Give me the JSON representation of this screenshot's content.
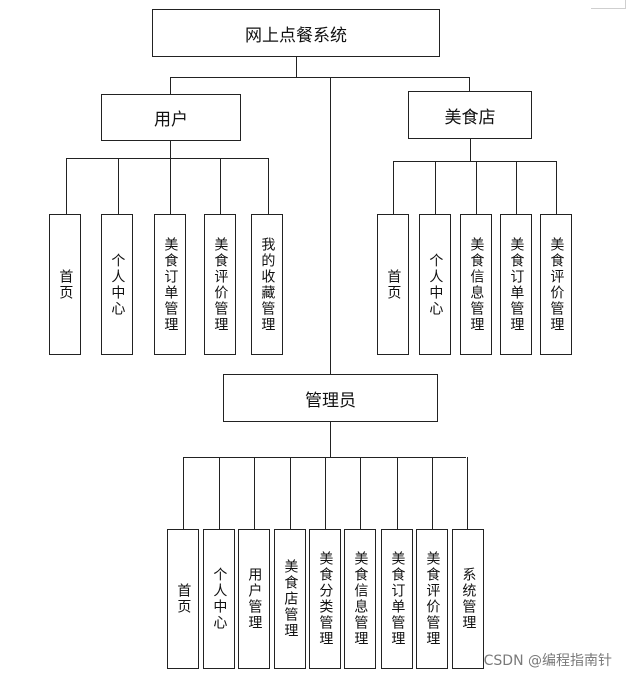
{
  "root": {
    "label": "网上点餐系统"
  },
  "groups": {
    "user": {
      "label": "用户",
      "children": [
        "首页",
        "个人中心",
        "美食订单管理",
        "美食评价管理",
        "我的收藏管理"
      ]
    },
    "shop": {
      "label": "美食店",
      "children": [
        "首页",
        "个人中心",
        "美食信息管理",
        "美食订单管理",
        "美食评价管理"
      ]
    },
    "admin": {
      "label": "管理员",
      "children": [
        "首页",
        "个人中心",
        "用户管理",
        "美食店管理",
        "美食分类管理",
        "美食信息管理",
        "美食订单管理",
        "美食评价管理",
        "系统管理"
      ]
    }
  },
  "watermark": "CSDN @编程指南针"
}
